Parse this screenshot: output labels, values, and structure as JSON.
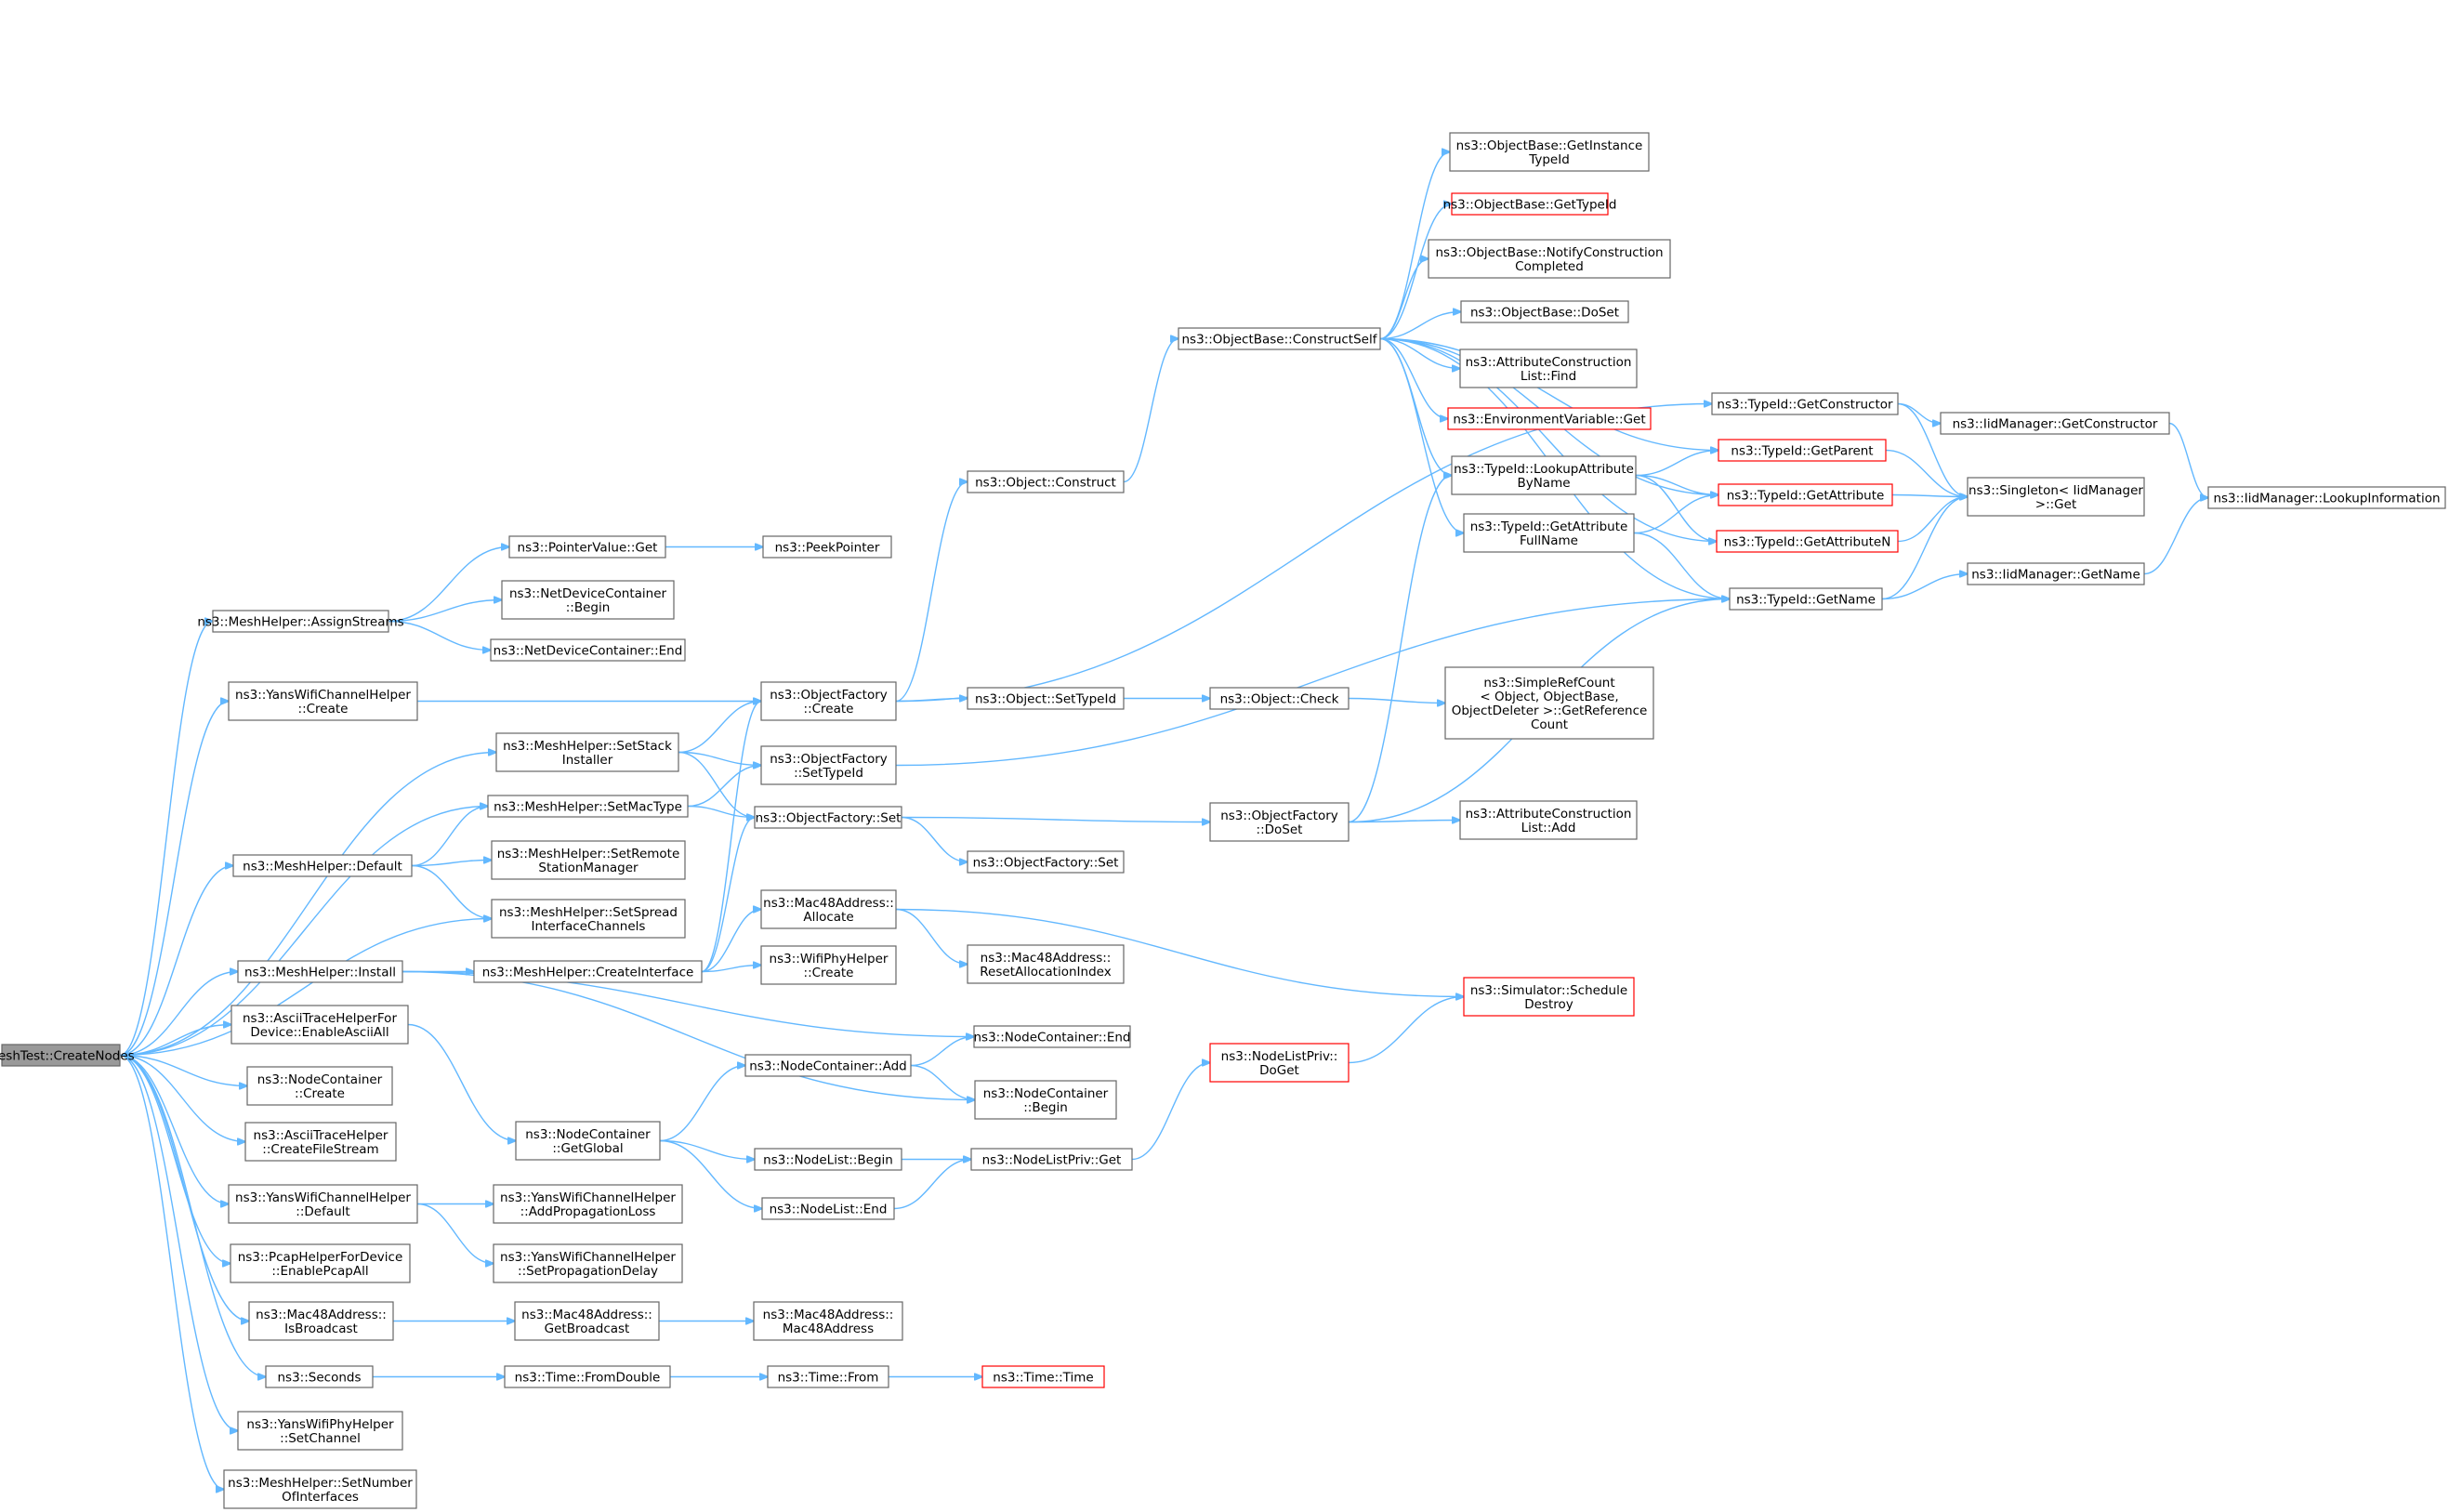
{
  "graph": {
    "colors": {
      "edge": "#63b8ff",
      "box_border": "#666666",
      "highlight_border": "#ff0000",
      "root_fill": "#999999"
    },
    "nodes": [
      {
        "id": "root",
        "lines": [
          "MeshTest::CreateNodes"
        ],
        "style": "root"
      },
      {
        "id": "assignStreams",
        "lines": [
          "ns3::MeshHelper::AssignStreams"
        ]
      },
      {
        "id": "yansChCreate",
        "lines": [
          "ns3::YansWifiChannelHelper",
          "::Create"
        ]
      },
      {
        "id": "setStack",
        "lines": [
          "ns3::MeshHelper::SetStack",
          "Installer"
        ]
      },
      {
        "id": "setMacType",
        "lines": [
          "ns3::MeshHelper::SetMacType"
        ]
      },
      {
        "id": "mhDefault",
        "lines": [
          "ns3::MeshHelper::Default"
        ]
      },
      {
        "id": "mhInstall",
        "lines": [
          "ns3::MeshHelper::Install"
        ]
      },
      {
        "id": "asciiEnable",
        "lines": [
          "ns3::AsciiTraceHelperFor",
          "Device::EnableAsciiAll"
        ]
      },
      {
        "id": "ncCreate",
        "lines": [
          "ns3::NodeContainer",
          "::Create"
        ]
      },
      {
        "id": "asciiFile",
        "lines": [
          "ns3::AsciiTraceHelper",
          "::CreateFileStream"
        ]
      },
      {
        "id": "yansChDefault",
        "lines": [
          "ns3::YansWifiChannelHelper",
          "::Default"
        ]
      },
      {
        "id": "pcapEnable",
        "lines": [
          "ns3::PcapHelperForDevice",
          "::EnablePcapAll"
        ]
      },
      {
        "id": "macIsBroadcast",
        "lines": [
          "ns3::Mac48Address::",
          "IsBroadcast"
        ]
      },
      {
        "id": "seconds",
        "lines": [
          "ns3::Seconds"
        ]
      },
      {
        "id": "yansPhySetCh",
        "lines": [
          "ns3::YansWifiPhyHelper",
          "::SetChannel"
        ]
      },
      {
        "id": "setNumIf",
        "lines": [
          "ns3::MeshHelper::SetNumber",
          "OfInterfaces"
        ]
      },
      {
        "id": "pvGet",
        "lines": [
          "ns3::PointerValue::Get"
        ]
      },
      {
        "id": "ndcBegin",
        "lines": [
          "ns3::NetDeviceContainer",
          "::Begin"
        ]
      },
      {
        "id": "ndcEnd",
        "lines": [
          "ns3::NetDeviceContainer::End"
        ]
      },
      {
        "id": "setRemote",
        "lines": [
          "ns3::MeshHelper::SetRemote",
          "StationManager"
        ]
      },
      {
        "id": "setSpread",
        "lines": [
          "ns3::MeshHelper::SetSpread",
          "InterfaceChannels"
        ]
      },
      {
        "id": "createIf",
        "lines": [
          "ns3::MeshHelper::CreateInterface"
        ]
      },
      {
        "id": "ncGetGlobal",
        "lines": [
          "ns3::NodeContainer",
          "::GetGlobal"
        ]
      },
      {
        "id": "addPropLoss",
        "lines": [
          "ns3::YansWifiChannelHelper",
          "::AddPropagationLoss"
        ]
      },
      {
        "id": "setPropDelay",
        "lines": [
          "ns3::YansWifiChannelHelper",
          "::SetPropagationDelay"
        ]
      },
      {
        "id": "macGetBroadcast",
        "lines": [
          "ns3::Mac48Address::",
          "GetBroadcast"
        ]
      },
      {
        "id": "timeFromDouble",
        "lines": [
          "ns3::Time::FromDouble"
        ]
      },
      {
        "id": "peekPointer",
        "lines": [
          "ns3::PeekPointer"
        ]
      },
      {
        "id": "ofCreate",
        "lines": [
          "ns3::ObjectFactory",
          "::Create"
        ]
      },
      {
        "id": "ofSetTypeId",
        "lines": [
          "ns3::ObjectFactory",
          "::SetTypeId"
        ]
      },
      {
        "id": "ofSet",
        "lines": [
          "ns3::ObjectFactory::Set"
        ]
      },
      {
        "id": "macAllocate",
        "lines": [
          "ns3::Mac48Address::",
          "Allocate"
        ]
      },
      {
        "id": "wifiPhyCreate",
        "lines": [
          "ns3::WifiPhyHelper",
          "::Create"
        ]
      },
      {
        "id": "ncAdd",
        "lines": [
          "ns3::NodeContainer::Add"
        ]
      },
      {
        "id": "nlBegin",
        "lines": [
          "ns3::NodeList::Begin"
        ]
      },
      {
        "id": "nlEnd",
        "lines": [
          "ns3::NodeList::End"
        ]
      },
      {
        "id": "macCtor",
        "lines": [
          "ns3::Mac48Address::",
          "Mac48Address"
        ]
      },
      {
        "id": "timeFrom",
        "lines": [
          "ns3::Time::From"
        ]
      },
      {
        "id": "objConstruct",
        "lines": [
          "ns3::Object::Construct"
        ]
      },
      {
        "id": "objSetTypeId",
        "lines": [
          "ns3::Object::SetTypeId"
        ]
      },
      {
        "id": "ofSet2",
        "lines": [
          "ns3::ObjectFactory::Set"
        ]
      },
      {
        "id": "macResetAlloc",
        "lines": [
          "ns3::Mac48Address::",
          "ResetAllocationIndex"
        ]
      },
      {
        "id": "ncEnd",
        "lines": [
          "ns3::NodeContainer::End"
        ]
      },
      {
        "id": "ncBegin",
        "lines": [
          "ns3::NodeContainer",
          "::Begin"
        ]
      },
      {
        "id": "nlpGet",
        "lines": [
          "ns3::NodeListPriv::Get"
        ]
      },
      {
        "id": "timeTime",
        "lines": [
          "ns3::Time::Time"
        ],
        "style": "red"
      },
      {
        "id": "obConstructSelf",
        "lines": [
          "ns3::ObjectBase::ConstructSelf"
        ]
      },
      {
        "id": "objCheck",
        "lines": [
          "ns3::Object::Check"
        ]
      },
      {
        "id": "ofDoSet",
        "lines": [
          "ns3::ObjectFactory",
          "::DoSet"
        ]
      },
      {
        "id": "nlpDoGet",
        "lines": [
          "ns3::NodeListPriv::",
          "DoGet"
        ],
        "style": "red"
      },
      {
        "id": "obGetInstTid",
        "lines": [
          "ns3::ObjectBase::GetInstance",
          "TypeId"
        ]
      },
      {
        "id": "obGetTypeId",
        "lines": [
          "ns3::ObjectBase::GetTypeId"
        ],
        "style": "red"
      },
      {
        "id": "obNotify",
        "lines": [
          "ns3::ObjectBase::NotifyConstruction",
          "Completed"
        ]
      },
      {
        "id": "obDoSet",
        "lines": [
          "ns3::ObjectBase::DoSet"
        ]
      },
      {
        "id": "aclFind",
        "lines": [
          "ns3::AttributeConstruction",
          "List::Find"
        ]
      },
      {
        "id": "envGet",
        "lines": [
          "ns3::EnvironmentVariable::Get"
        ],
        "style": "red"
      },
      {
        "id": "tidLookupAttr",
        "lines": [
          "ns3::TypeId::LookupAttribute",
          "ByName"
        ]
      },
      {
        "id": "tidGetAttrFull",
        "lines": [
          "ns3::TypeId::GetAttribute",
          "FullName"
        ]
      },
      {
        "id": "srcGetRef",
        "lines": [
          "ns3::SimpleRefCount",
          "< Object, ObjectBase,",
          "ObjectDeleter >::GetReference",
          "Count"
        ]
      },
      {
        "id": "aclAdd",
        "lines": [
          "ns3::AttributeConstruction",
          "List::Add"
        ]
      },
      {
        "id": "simSchedDestroy",
        "lines": [
          "ns3::Simulator::Schedule",
          "Destroy"
        ],
        "style": "red"
      },
      {
        "id": "tidGetConstructor",
        "lines": [
          "ns3::TypeId::GetConstructor"
        ]
      },
      {
        "id": "tidGetParent",
        "lines": [
          "ns3::TypeId::GetParent"
        ],
        "style": "red"
      },
      {
        "id": "tidGetAttribute",
        "lines": [
          "ns3::TypeId::GetAttribute"
        ],
        "style": "red"
      },
      {
        "id": "tidGetAttributeN",
        "lines": [
          "ns3::TypeId::GetAttributeN"
        ],
        "style": "red"
      },
      {
        "id": "tidGetName",
        "lines": [
          "ns3::TypeId::GetName"
        ]
      },
      {
        "id": "iidGetConstructor",
        "lines": [
          "ns3::IidManager::GetConstructor"
        ]
      },
      {
        "id": "singletonGet",
        "lines": [
          "ns3::Singleton< IidManager",
          ">::Get"
        ]
      },
      {
        "id": "iidGetName",
        "lines": [
          "ns3::IidManager::GetName"
        ]
      },
      {
        "id": "iidLookupInfo",
        "lines": [
          "ns3::IidManager::LookupInformation"
        ]
      }
    ]
  }
}
